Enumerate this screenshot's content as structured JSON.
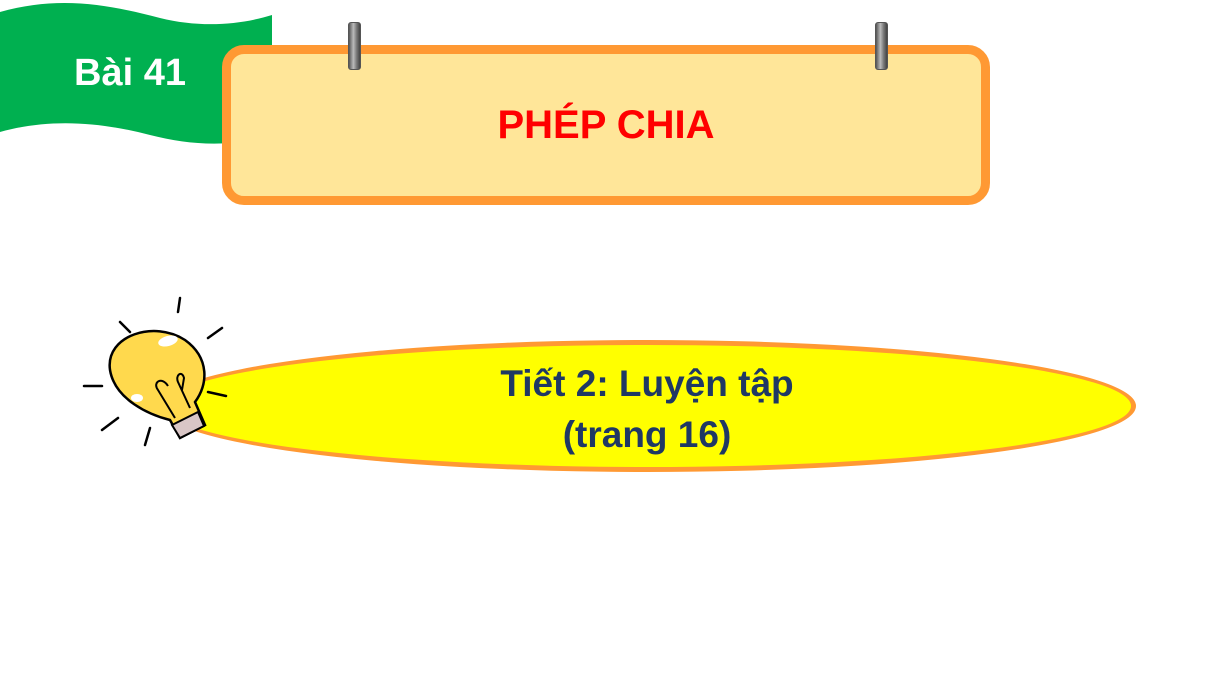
{
  "lesson_badge": "Bài 41",
  "title": "PHÉP CHIA",
  "subtitle": {
    "line1": "Tiết 2: Luyện tập",
    "line2": "(trang 16)"
  },
  "colors": {
    "flag": "#00B050",
    "title": "#FF0000",
    "border": "#FF9933",
    "card": "#FFE699",
    "oval": "#FFFF00",
    "subtitle": "#1F3864"
  }
}
